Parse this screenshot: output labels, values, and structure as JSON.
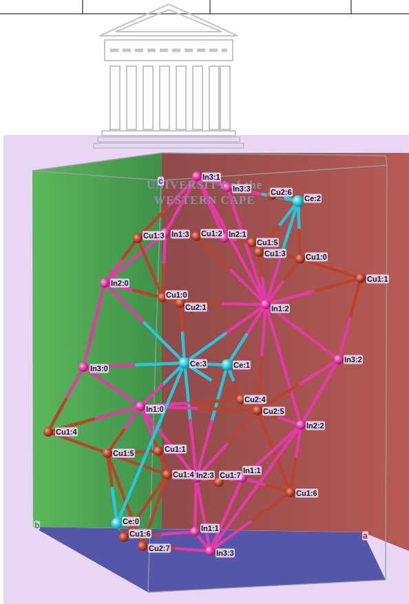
{
  "diagram": {
    "labels": [
      "UNIVERSITY of the",
      "WESTERN CAPE",
      "In3:1",
      "In3:3",
      "Cu2:6",
      "Ce:2",
      "Cu1:3",
      "In1:3",
      "Cu1:2",
      "In2:1",
      "Cu1:5",
      "Cu1:3",
      "Cu1:0",
      "Cu1:1",
      "In2:0",
      "Cu1:0",
      "Cu2:1",
      "In1:2",
      "In3:2",
      "Ce:3",
      "Ce:1",
      "In3:0",
      "In1:0",
      "Cu2:4",
      "Cu2:5",
      "In2:2",
      "Cu1:4",
      "Cu1:5",
      "Cu1:1",
      "Cu1:4",
      "In2:3",
      "Cu1:7",
      "In1:1",
      "Cu1:6",
      "Ce:0",
      "Cu1:6",
      "Cu2:7",
      "In1:1",
      "In3:3",
      "c",
      "a",
      "b"
    ]
  }
}
